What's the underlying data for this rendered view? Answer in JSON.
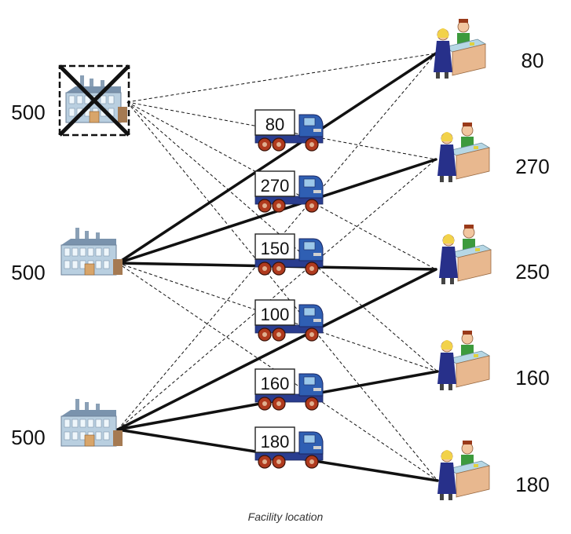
{
  "caption": "Facility location",
  "colors": {
    "line": "#111111",
    "truck_cab": "#2f5fb3",
    "truck_body": "#2a3d8f",
    "wheel": "#b03a1e",
    "factory_wall": "#b9cfe0",
    "factory_roof": "#7a93ad",
    "desk": "#e8b88f",
    "customer_dress": "#27308a"
  },
  "facilities": [
    {
      "capacity": "500",
      "closed": true
    },
    {
      "capacity": "500",
      "closed": false
    },
    {
      "capacity": "500",
      "closed": false
    }
  ],
  "customers": [
    {
      "demand": "80"
    },
    {
      "demand": "270"
    },
    {
      "demand": "250"
    },
    {
      "demand": "160"
    },
    {
      "demand": "180"
    }
  ],
  "shipments": [
    {
      "amount": "80",
      "from": 1,
      "to": 0
    },
    {
      "amount": "270",
      "from": 1,
      "to": 1
    },
    {
      "amount": "150",
      "from": 1,
      "to": 2
    },
    {
      "amount": "100",
      "from": 2,
      "to": 2
    },
    {
      "amount": "160",
      "from": 2,
      "to": 3
    },
    {
      "amount": "180",
      "from": 2,
      "to": 4
    }
  ],
  "icons": {
    "factory": "factory-icon",
    "closed_marker": "cross-icon",
    "truck": "truck-icon",
    "customer": "shop-counter-icon"
  }
}
